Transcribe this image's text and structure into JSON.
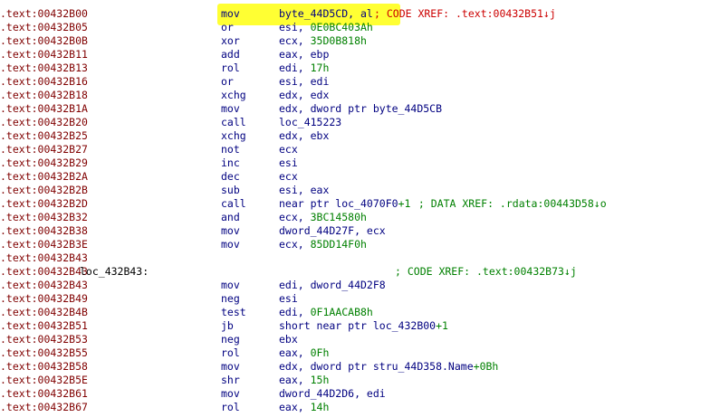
{
  "colors": {
    "address": "#800000",
    "instruction": "#000080",
    "comment": "#008000",
    "code_xref_highlight_comment": "#cc0000",
    "highlight": "#ffff33"
  },
  "rows": [
    {
      "addr": ".text:00432B00",
      "label": "",
      "mnem": "mov",
      "ops": "byte_44D5CD, al",
      "comment": "; CODE XREF: .text:00432B51↓j",
      "highlight": true
    },
    {
      "addr": ".text:00432B05",
      "label": "",
      "mnem": "or",
      "ops": "esi, 0E0BC403Ah",
      "comment": ""
    },
    {
      "addr": ".text:00432B0B",
      "label": "",
      "mnem": "xor",
      "ops": "ecx, 35D0B818h",
      "comment": ""
    },
    {
      "addr": ".text:00432B11",
      "label": "",
      "mnem": "add",
      "ops": "eax, ebp",
      "comment": ""
    },
    {
      "addr": ".text:00432B13",
      "label": "",
      "mnem": "rol",
      "ops": "edi, 17h",
      "comment": ""
    },
    {
      "addr": ".text:00432B16",
      "label": "",
      "mnem": "or",
      "ops": "esi, edi",
      "comment": ""
    },
    {
      "addr": ".text:00432B18",
      "label": "",
      "mnem": "xchg",
      "ops": "edx, edx",
      "comment": ""
    },
    {
      "addr": ".text:00432B1A",
      "label": "",
      "mnem": "mov",
      "ops": "edx, dword ptr byte_44D5CB",
      "comment": ""
    },
    {
      "addr": ".text:00432B20",
      "label": "",
      "mnem": "call",
      "ops": "loc_415223",
      "comment": ""
    },
    {
      "addr": ".text:00432B25",
      "label": "",
      "mnem": "xchg",
      "ops": "edx, ebx",
      "comment": ""
    },
    {
      "addr": ".text:00432B27",
      "label": "",
      "mnem": "not",
      "ops": "ecx",
      "comment": ""
    },
    {
      "addr": ".text:00432B29",
      "label": "",
      "mnem": "inc",
      "ops": "esi",
      "comment": ""
    },
    {
      "addr": ".text:00432B2A",
      "label": "",
      "mnem": "dec",
      "ops": "ecx",
      "comment": ""
    },
    {
      "addr": ".text:00432B2B",
      "label": "",
      "mnem": "sub",
      "ops": "esi, eax",
      "comment": ""
    },
    {
      "addr": ".text:00432B2D",
      "label": "",
      "mnem": "call",
      "ops": "near ptr loc_4070F0+1",
      "comment": " ; DATA XREF: .rdata:00443D58↓o"
    },
    {
      "addr": ".text:00432B32",
      "label": "",
      "mnem": "and",
      "ops": "ecx, 3BC14580h",
      "comment": ""
    },
    {
      "addr": ".text:00432B38",
      "label": "",
      "mnem": "mov",
      "ops": "dword_44D27F, ecx",
      "comment": ""
    },
    {
      "addr": ".text:00432B3E",
      "label": "",
      "mnem": "mov",
      "ops": "ecx, 85DD14F0h",
      "comment": ""
    },
    {
      "addr": ".text:00432B43",
      "label": "",
      "mnem": "",
      "ops": "",
      "comment": ""
    },
    {
      "addr": ".text:00432B43",
      "label": "loc_432B43:",
      "mnem": "",
      "ops": "",
      "comment": "; CODE XREF: .text:00432B73↓j"
    },
    {
      "addr": ".text:00432B43",
      "label": "",
      "mnem": "mov",
      "ops": "edi, dword_44D2F8",
      "comment": ""
    },
    {
      "addr": ".text:00432B49",
      "label": "",
      "mnem": "neg",
      "ops": "esi",
      "comment": ""
    },
    {
      "addr": ".text:00432B4B",
      "label": "",
      "mnem": "test",
      "ops": "edi, 0F1AACAB8h",
      "comment": ""
    },
    {
      "addr": ".text:00432B51",
      "label": "",
      "mnem": "jb",
      "ops": "short near ptr loc_432B00+1",
      "comment": ""
    },
    {
      "addr": ".text:00432B53",
      "label": "",
      "mnem": "neg",
      "ops": "ebx",
      "comment": ""
    },
    {
      "addr": ".text:00432B55",
      "label": "",
      "mnem": "rol",
      "ops": "eax, 0Fh",
      "comment": ""
    },
    {
      "addr": ".text:00432B58",
      "label": "",
      "mnem": "mov",
      "ops": "edx, dword ptr stru_44D358.Name+0Bh",
      "comment": ""
    },
    {
      "addr": ".text:00432B5E",
      "label": "",
      "mnem": "shr",
      "ops": "eax, 15h",
      "comment": ""
    },
    {
      "addr": ".text:00432B61",
      "label": "",
      "mnem": "mov",
      "ops": "dword_44D2D6, edi",
      "comment": ""
    },
    {
      "addr": ".text:00432B67",
      "label": "",
      "mnem": "rol",
      "ops": "eax, 14h",
      "comment": ""
    }
  ]
}
